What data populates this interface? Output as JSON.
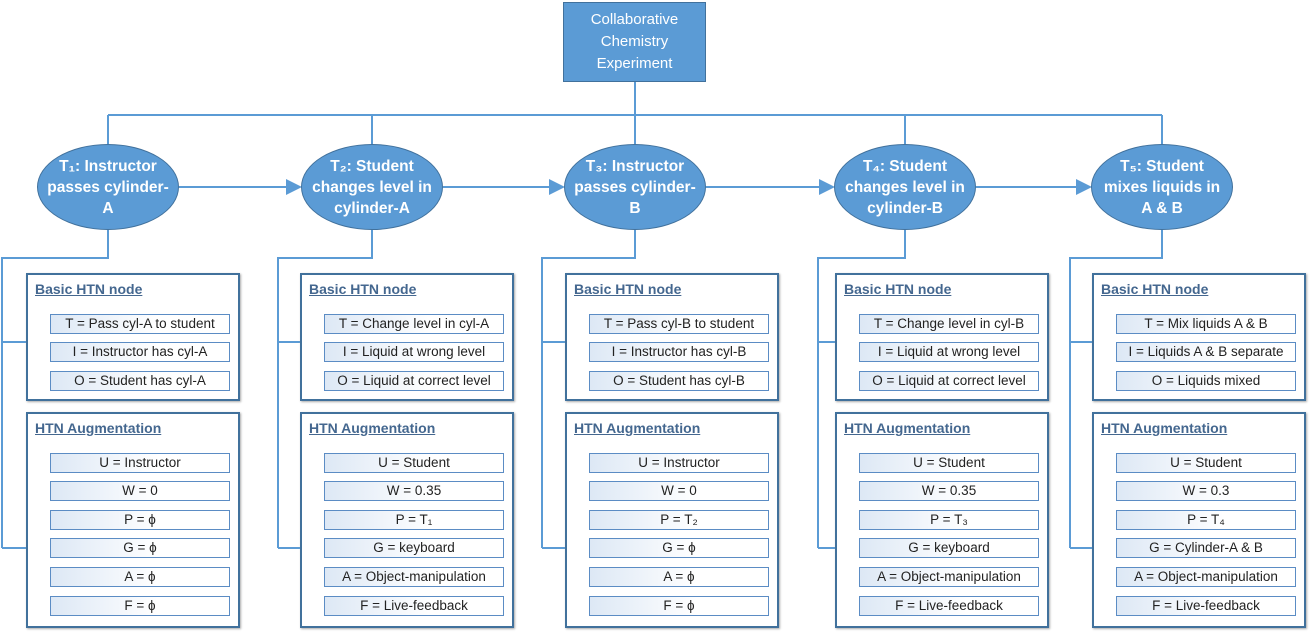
{
  "root": {
    "label": "Collaborative Chemistry Experiment"
  },
  "section_titles": {
    "basic": "Basic HTN node",
    "augmentation": "HTN Augmentation"
  },
  "tasks": [
    {
      "label": "T₁: Instructor passes cylinder-A",
      "basic": [
        "T = Pass cyl-A to student",
        "I = Instructor has cyl-A",
        "O = Student has cyl-A"
      ],
      "augmentation": [
        "U = Instructor",
        "W = 0",
        "P = ϕ",
        "G = ϕ",
        "A = ϕ",
        "F = ϕ"
      ]
    },
    {
      "label": "T₂: Student changes level in cylinder-A",
      "basic": [
        "T = Change level in cyl-A",
        "I = Liquid at wrong level",
        "O = Liquid at correct level"
      ],
      "augmentation": [
        "U = Student",
        "W = 0.35",
        "P = T₁",
        "G = keyboard",
        "A = Object-manipulation",
        "F = Live-feedback"
      ]
    },
    {
      "label": "T₃: Instructor passes cylinder-B",
      "basic": [
        "T = Pass cyl-B to student",
        "I = Instructor has cyl-B",
        "O = Student has cyl-B"
      ],
      "augmentation": [
        "U = Instructor",
        "W = 0",
        "P = T₂",
        "G = ϕ",
        "A = ϕ",
        "F = ϕ"
      ]
    },
    {
      "label": "T₄: Student changes level in cylinder-B",
      "basic": [
        "T = Change level in cyl-B",
        "I = Liquid at wrong level",
        "O = Liquid at correct level"
      ],
      "augmentation": [
        "U = Student",
        "W = 0.35",
        "P = T₃",
        "G = keyboard",
        "A = Object-manipulation",
        "F = Live-feedback"
      ]
    },
    {
      "label": "T₅: Student mixes liquids in A & B",
      "basic": [
        "T = Mix liquids A & B",
        "I = Liquids A & B separate",
        "O = Liquids mixed"
      ],
      "augmentation": [
        "U = Student",
        "W = 0.3",
        "P = T₄",
        "G = Cylinder-A & B",
        "A = Object-manipulation",
        "F = Live-feedback"
      ]
    }
  ],
  "colors": {
    "node": "#5b9bd5",
    "border": "#41719c",
    "line": "#5b9bd5"
  }
}
